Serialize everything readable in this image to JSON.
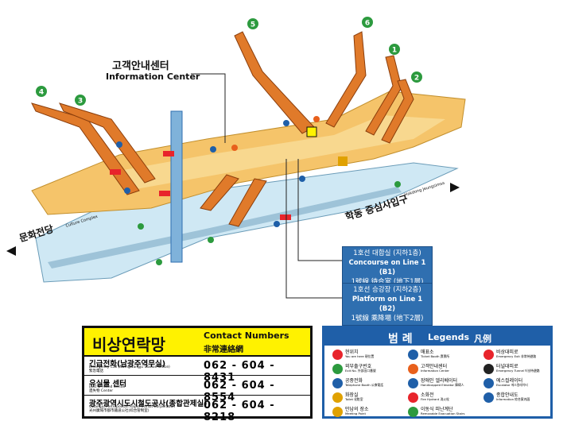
{
  "title": {
    "ko": "고객안내센터",
    "en": "Information Center"
  },
  "exits": [
    "1",
    "2",
    "3",
    "4",
    "5",
    "6"
  ],
  "labels": {
    "culture": {
      "ko": "문화전당",
      "en": "Culture Complex"
    },
    "hakdong": {
      "ko": "학동 증심사입구",
      "en": "Hakdong Jeungsimsa"
    }
  },
  "callouts": {
    "concourse": {
      "l1": "1호선 대합실 (지하1층)",
      "l2": "Concourse on Line 1 (B1)",
      "l3": "1號線 待合室 (地下1層)"
    },
    "platform": {
      "l1": "1호선 승강장 (지하2층)",
      "l2": "Platform on Line 1 (B2)",
      "l3": "1號線 乘降場 (地下2層)"
    }
  },
  "contacts": {
    "title_ko": "비상연락망",
    "title_en": "Contact Numbers",
    "title_cjk": "非常連絡網",
    "rows": [
      {
        "ko": "긴급전화(남광주역무실)",
        "en": "Emergency Call (Namgwangju Station Office)",
        "cjk": "緊急電話",
        "phone": "062 - 604 - 8431"
      },
      {
        "ko": "유실물 센터",
        "en": "Lost & Found Center",
        "cjk": "遺失物 Center",
        "phone": "062 - 604 - 8554"
      },
      {
        "ko": "광주광역시도시철도공사(종합관제실)",
        "en": "Gwangju Metropolitan Rapid Transit Corporation",
        "cjk": "光州廣域市都市鐵道公社(綜合管制室)",
        "phone": "062 - 604 - 8218"
      }
    ]
  },
  "legend": {
    "title_ko": "범 례",
    "title_en": "Legends",
    "title_cjk": "凡例",
    "items": [
      {
        "ko": "현위치",
        "en": "You are here 現位置",
        "color": "#e8242b",
        "icon": "you-are-here-icon"
      },
      {
        "ko": "매표소",
        "en": "Ticket Booth 賣票所",
        "color": "#1f5fa8",
        "icon": "ticket-booth-icon"
      },
      {
        "ko": "비상대피로",
        "en": "Emergency Exit 非常待避路",
        "color": "#e8242b",
        "icon": "emergency-exit-icon"
      },
      {
        "ko": "외부출구번호",
        "en": "Exit No. 外部出口番號",
        "color": "#2c9a3e",
        "icon": "exit-number-icon"
      },
      {
        "ko": "고객안내센터",
        "en": "Information Center",
        "color": "#e8601c",
        "icon": "information-icon"
      },
      {
        "ko": "터널대피로",
        "en": "Emergency Tunnel 터널待避路",
        "color": "#222222",
        "icon": "tunnel-exit-icon"
      },
      {
        "ko": "공중전화",
        "en": "Telephone Booth 公衆電話",
        "color": "#1f5fa8",
        "icon": "telephone-icon"
      },
      {
        "ko": "장애인 엘리베이터",
        "en": "Handicapped Elevator 障碍人",
        "color": "#1f5fa8",
        "icon": "elevator-icon"
      },
      {
        "ko": "에스컬레이터",
        "en": "Escalator 에스컬레이터",
        "color": "#1f5fa8",
        "icon": "escalator-icon"
      },
      {
        "ko": "화장실",
        "en": "Toilet 化粧室",
        "color": "#e0a100",
        "icon": "toilet-icon"
      },
      {
        "ko": "소화전",
        "en": "Fire Hydrant 消火栓",
        "color": "#e8242b",
        "icon": "fire-hydrant-icon"
      },
      {
        "ko": "종합안내도",
        "en": "Information 綜合案內圖",
        "color": "#1f5fa8",
        "icon": "information-map-icon"
      },
      {
        "ko": "만남의 장소",
        "en": "Meeting Point",
        "color": "#e0a100",
        "icon": "meeting-point-icon"
      },
      {
        "ko": "이동식 피난계단",
        "en": "Removable Evacuation Stairs",
        "color": "#2c9a3e",
        "icon": "evacuation-stairs-icon"
      }
    ]
  },
  "colors": {
    "concourse": "#f5c46a",
    "platform": "#cfe8f4",
    "legend_blue": "#1f5fa8",
    "contact_yellow": "#fff200"
  }
}
